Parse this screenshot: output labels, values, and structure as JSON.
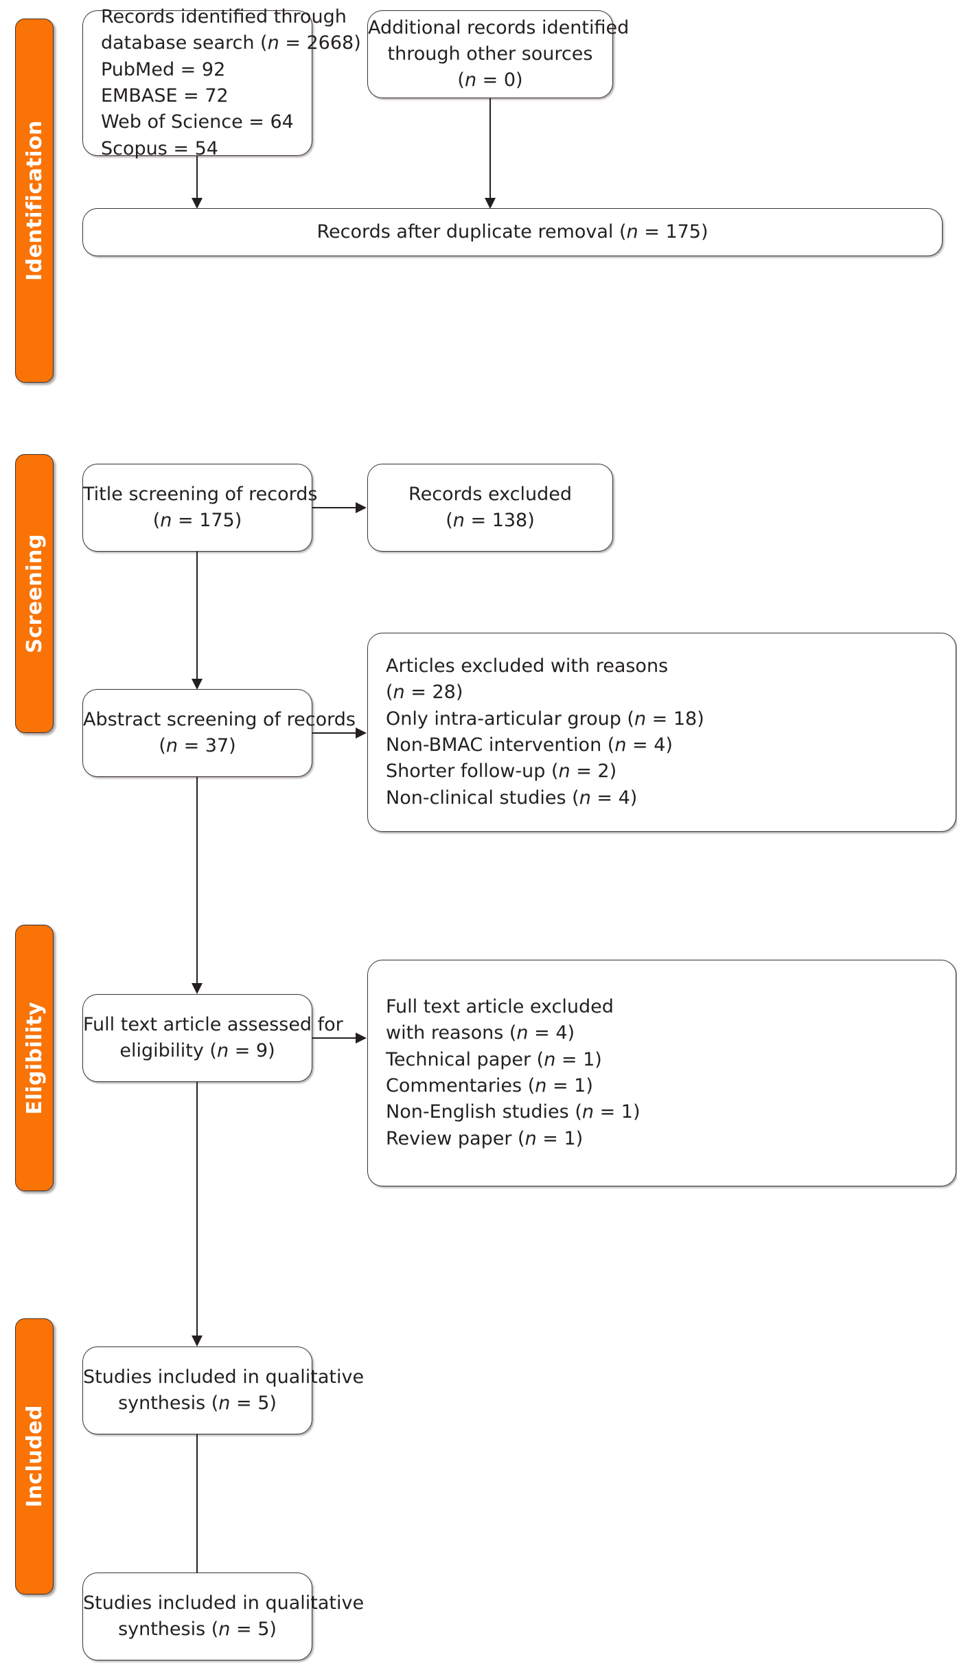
{
  "diagram": {
    "title": "PRISMA flow diagram",
    "accent_color": "#f97306",
    "line_color": "#231f20",
    "box_fill": "#ffffff"
  },
  "stages": [
    {
      "key": "identification",
      "label": "Identification"
    },
    {
      "key": "screening",
      "label": "Screening"
    },
    {
      "key": "eligibility",
      "label": "Eligibility"
    },
    {
      "key": "included",
      "label": "Included"
    }
  ],
  "boxes": {
    "records_identified": {
      "lines": [
        "Records identified through",
        "database search (n = 2668)",
        "PubMed = 92",
        "EMBASE = 72",
        "Web of Science = 64",
        "Scopus = 54"
      ]
    },
    "additional_records": {
      "lines": [
        "Additional records identified",
        "through other sources",
        "(n = 0)"
      ]
    },
    "after_duplicates": {
      "lines": [
        "Records after duplicate removal (n = 175)"
      ]
    },
    "title_screening": {
      "lines": [
        "Title screening of records",
        "(n = 175)"
      ]
    },
    "records_excluded": {
      "lines": [
        "Records excluded",
        "(n = 138)"
      ]
    },
    "abstract_screening": {
      "lines": [
        "Abstract screening of records",
        "(n = 37)"
      ]
    },
    "articles_excluded": {
      "lines": [
        "Articles excluded with reasons",
        "(n = 28)",
        "Only intra-articular group (n = 18)",
        "Non-BMAC intervention (n = 4)",
        "Shorter follow-up (n = 2)",
        "Non-clinical studies (n = 4)"
      ]
    },
    "full_text_assessed": {
      "lines": [
        "Full text article assessed for",
        "eligibility (n = 9)"
      ]
    },
    "full_text_excluded": {
      "lines": [
        "Full text article excluded",
        "with reasons (n = 4)",
        "Technical paper (n = 1)",
        "Commentaries (n = 1)",
        "Non-English studies (n = 1)",
        "Review paper (n = 1)"
      ]
    },
    "qualitative_synthesis_1": {
      "lines": [
        "Studies included in qualitative",
        "synthesis (n = 5)"
      ]
    },
    "qualitative_synthesis_2": {
      "lines": [
        "Studies included in qualitative",
        "synthesis (n = 5)"
      ]
    }
  },
  "chart_data": {
    "type": "diagram",
    "title": "PRISMA flow diagram",
    "stages": [
      "Identification",
      "Screening",
      "Eligibility",
      "Included"
    ],
    "nodes": [
      {
        "id": "records_identified",
        "stage": "Identification",
        "label": "Records identified through database search",
        "n": 2668,
        "breakdown": {
          "PubMed": 92,
          "EMBASE": 72,
          "Web of Science": 64,
          "Scopus": 54
        }
      },
      {
        "id": "additional_records",
        "stage": "Identification",
        "label": "Additional records identified through other sources",
        "n": 0
      },
      {
        "id": "after_duplicates",
        "stage": "Identification",
        "label": "Records after duplicate removal",
        "n": 175
      },
      {
        "id": "title_screening",
        "stage": "Screening",
        "label": "Title screening of records",
        "n": 175
      },
      {
        "id": "records_excluded",
        "stage": "Screening",
        "label": "Records excluded",
        "n": 138
      },
      {
        "id": "abstract_screening",
        "stage": "Screening",
        "label": "Abstract screening of records",
        "n": 37
      },
      {
        "id": "articles_excluded",
        "stage": "Screening",
        "label": "Articles excluded with reasons",
        "n": 28,
        "reasons": {
          "Only intra-articular group": 18,
          "Non-BMAC intervention": 4,
          "Shorter follow-up": 2,
          "Non-clinical studies": 4
        }
      },
      {
        "id": "full_text_assessed",
        "stage": "Eligibility",
        "label": "Full text article assessed for eligibility",
        "n": 9
      },
      {
        "id": "full_text_excluded",
        "stage": "Eligibility",
        "label": "Full text article excluded with reasons",
        "n": 4,
        "reasons": {
          "Technical paper": 1,
          "Commentaries": 1,
          "Non-English studies": 1,
          "Review paper": 1
        }
      },
      {
        "id": "qualitative_synthesis_1",
        "stage": "Included",
        "label": "Studies included in qualitative synthesis",
        "n": 5
      },
      {
        "id": "qualitative_synthesis_2",
        "stage": "Included",
        "label": "Studies included in qualitative synthesis",
        "n": 5
      }
    ],
    "edges": [
      {
        "from": "records_identified",
        "to": "after_duplicates"
      },
      {
        "from": "additional_records",
        "to": "after_duplicates"
      },
      {
        "from": "after_duplicates",
        "to": "title_screening"
      },
      {
        "from": "title_screening",
        "to": "records_excluded"
      },
      {
        "from": "title_screening",
        "to": "abstract_screening"
      },
      {
        "from": "abstract_screening",
        "to": "articles_excluded"
      },
      {
        "from": "abstract_screening",
        "to": "full_text_assessed"
      },
      {
        "from": "full_text_assessed",
        "to": "full_text_excluded"
      },
      {
        "from": "full_text_assessed",
        "to": "qualitative_synthesis_1"
      },
      {
        "from": "qualitative_synthesis_1",
        "to": "qualitative_synthesis_2"
      }
    ]
  }
}
